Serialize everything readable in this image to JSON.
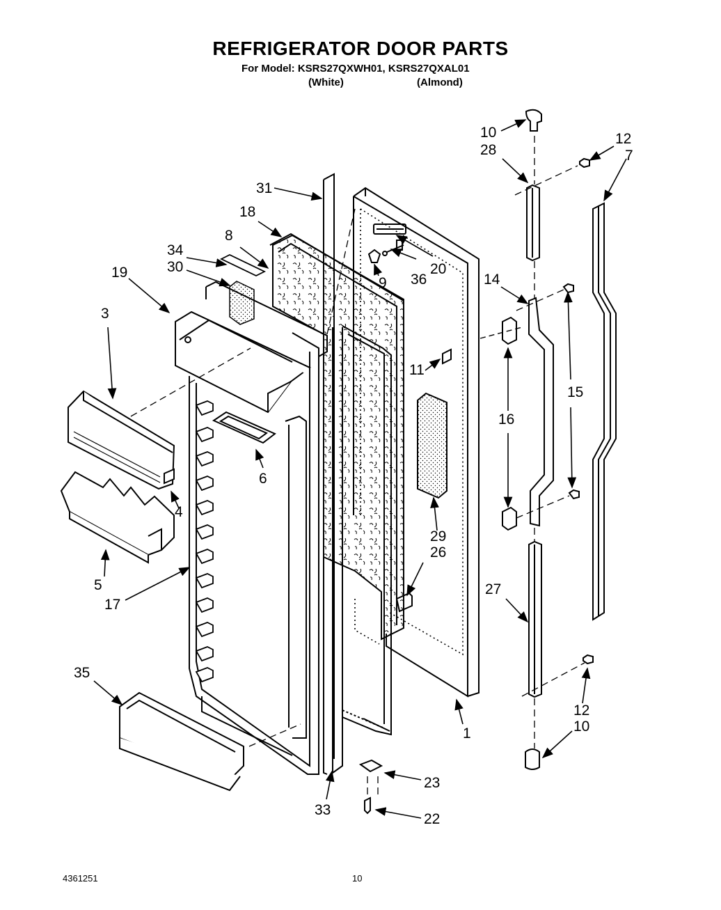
{
  "header": {
    "title": "REFRIGERATOR DOOR PARTS",
    "model_line": "For Model: KSRS27QXWH01, KSRS27QXAL01",
    "variants": [
      "(White)",
      "(Almond)"
    ]
  },
  "callouts": [
    "10",
    "28",
    "12",
    "7",
    "31",
    "18",
    "8",
    "34",
    "30",
    "19",
    "20",
    "36",
    "9",
    "14",
    "3",
    "11",
    "15",
    "16",
    "6",
    "4",
    "29",
    "26",
    "5",
    "17",
    "27",
    "35",
    "12",
    "10",
    "1",
    "23",
    "33",
    "22"
  ],
  "footer": {
    "doc_number": "4361251",
    "page_number": "10"
  }
}
